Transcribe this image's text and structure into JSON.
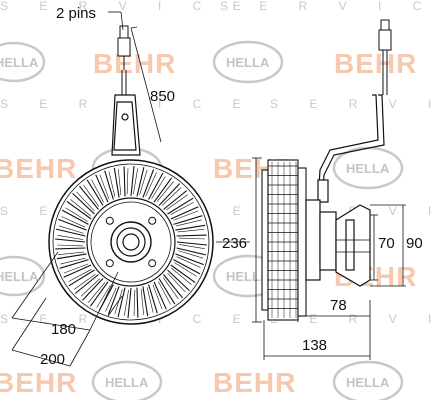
{
  "watermark": {
    "service_row": "S E R V I C E",
    "behr": "BEHR",
    "hella": "HELLA"
  },
  "labels": {
    "pins": "2 pins",
    "cable_length": "850",
    "diameter": "236",
    "hub_a": "70",
    "hub_b": "90",
    "width_78": "78",
    "width_138": "138",
    "bolt_180": "180",
    "bolt_200": "200"
  },
  "colors": {
    "line": "#111111",
    "watermark_orange": "#f6c9ae",
    "watermark_grey": "#c4c4c4"
  }
}
